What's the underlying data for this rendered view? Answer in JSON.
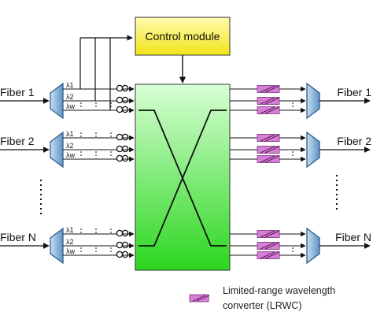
{
  "top_caption": "",
  "control_module": {
    "label": "Control module",
    "fill_top": "#fffbb0",
    "fill_bottom": "#f2e417"
  },
  "switch_fabric": {
    "fill_top": "#d8ffd4",
    "fill_bottom": "#2bd61f"
  },
  "inputs": [
    {
      "label": "Fiber 1",
      "lambdas": [
        "λ1",
        "λ2",
        "λw"
      ]
    },
    {
      "label": "Fiber 2",
      "lambdas": [
        "λ1",
        "λ2",
        "λw"
      ]
    },
    {
      "label": "Fiber N",
      "lambdas": [
        "λ1",
        "λ2",
        "λw"
      ]
    }
  ],
  "outputs": [
    {
      "label": "Fiber 1"
    },
    {
      "label": "Fiber 2"
    },
    {
      "label": "Fiber N"
    }
  ],
  "legend": {
    "line1": "Limited-range wavelength",
    "line2": "converter (LRWC)",
    "converter_color": "#d67fd6"
  },
  "colors": {
    "demux_fill": "#8fb8da",
    "demux_stroke": "#2d5e8f"
  }
}
